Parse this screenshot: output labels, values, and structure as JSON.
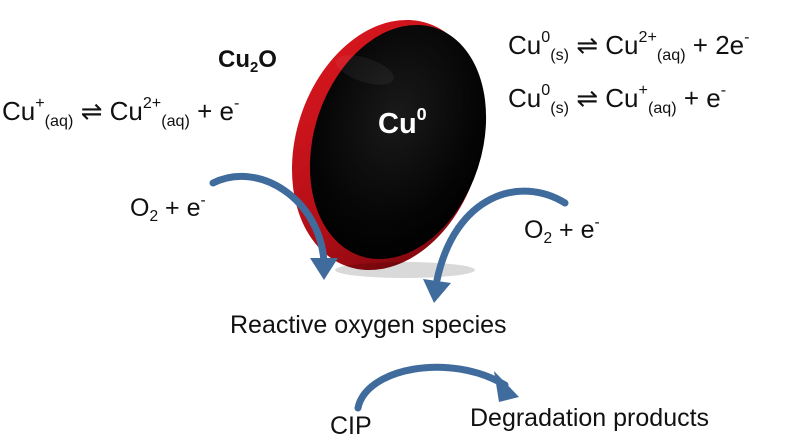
{
  "particle": {
    "shell_label_base": "Cu",
    "shell_label_sub": "2",
    "shell_label_tail": "O",
    "core_label_base": "Cu",
    "core_label_sup": "0"
  },
  "equations": {
    "eq_right_1": {
      "a": "Cu",
      "a_sup": "0",
      "a_sub": "(s)",
      "arrow": "⇌",
      "b": "Cu",
      "b_sup": "2+",
      "b_sub": "(aq)",
      "tail": "+ 2e",
      "tail_sup": "-"
    },
    "eq_right_2": {
      "a": "Cu",
      "a_sup": "0",
      "a_sub": "(s)",
      "arrow": "⇌",
      "b": "Cu",
      "b_sup": "+",
      "b_sub": "(aq)",
      "tail": "+ e",
      "tail_sup": "-"
    },
    "eq_left": {
      "a": "Cu",
      "a_sup": "+",
      "a_sub": "(aq)",
      "arrow": "⇌",
      "b": "Cu",
      "b_sup": "2+",
      "b_sub": "(aq)",
      "tail": "+ e",
      "tail_sup": "-"
    }
  },
  "oxygen_left": {
    "base": "O",
    "sub": "2",
    "tail": "+ e",
    "sup": "-"
  },
  "oxygen_right": {
    "base": "O",
    "sub": "2",
    "tail": "+ e",
    "sup": "-"
  },
  "ros_label": "Reactive oxygen species",
  "cip_label": "CIP",
  "products_label": "Degradation products",
  "colors": {
    "arrow": "#3f6c9c",
    "shell": "#d0111b",
    "core": "#000000",
    "text": "#111111"
  }
}
